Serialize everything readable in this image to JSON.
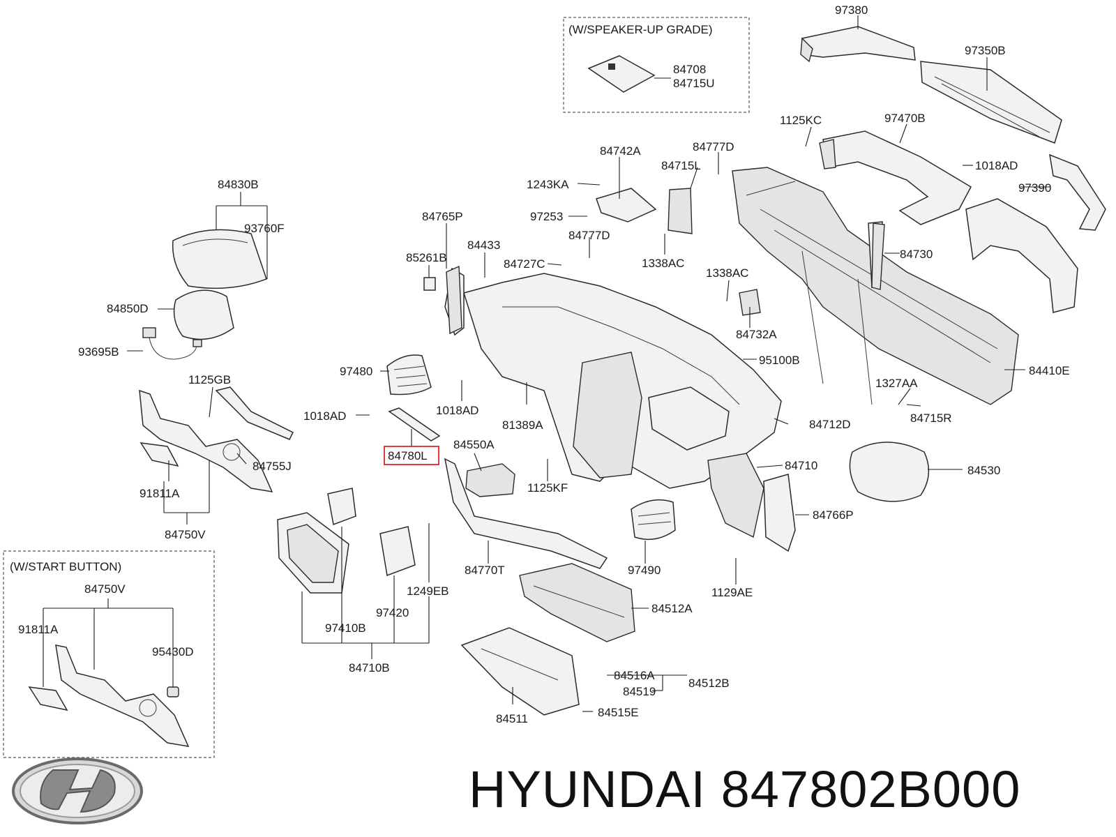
{
  "boxes": {
    "speaker_grade": "(W/SPEAKER-UP GRADE)",
    "start_button": "(W/START BUTTON)"
  },
  "brand": {
    "make": "HYUNDAI",
    "part_number": "847802B000"
  },
  "highlight_color": "#d42a2a",
  "labels": {
    "p97380": "97380",
    "p84708": "84708",
    "p84715U": "84715U",
    "p97350B": "97350B",
    "p1125KC": "1125KC",
    "p97470B": "97470B",
    "p1018AD_r": "1018AD",
    "p97390": "97390",
    "p84742A": "84742A",
    "p84777D_a": "84777D",
    "p84715L": "84715L",
    "p1243KA": "1243KA",
    "p97253": "97253",
    "p84777D_b": "84777D",
    "p1338AC_a": "1338AC",
    "p84730": "84730",
    "p84830B": "84830B",
    "p93760F": "93760F",
    "p84765P": "84765P",
    "p85261B": "85261B",
    "p84433": "84433",
    "p84727C": "84727C",
    "p1338AC_b": "1338AC",
    "p84850D": "84850D",
    "p84732A": "84732A",
    "p93695B": "93695B",
    "p97480": "97480",
    "p95100B": "95100B",
    "p1125GB": "1125GB",
    "p84410E": "84410E",
    "p1327AA": "1327AA",
    "p1018AD_l": "1018AD",
    "p1018AD_c": "1018AD",
    "p81389A": "81389A",
    "p84715R": "84715R",
    "p84712D": "84712D",
    "p84755J": "84755J",
    "p84780L": "84780L",
    "p84550A": "84550A",
    "p84710": "84710",
    "p84530": "84530",
    "p91811A": "91811A",
    "p1125KF": "1125KF",
    "p84766P": "84766P",
    "p84750V": "84750V",
    "p84770T": "84770T",
    "p97490": "97490",
    "p1249EB": "1249EB",
    "p1129AE": "1129AE",
    "p84512A": "84512A",
    "p84750V_s": "84750V",
    "p97410B": "97410B",
    "p97420": "97420",
    "p91811A_s": "91811A",
    "p95430D": "95430D",
    "p84710B": "84710B",
    "p84516A": "84516A",
    "p84512B": "84512B",
    "p84519": "84519",
    "p84515E": "84515E",
    "p84511": "84511"
  }
}
